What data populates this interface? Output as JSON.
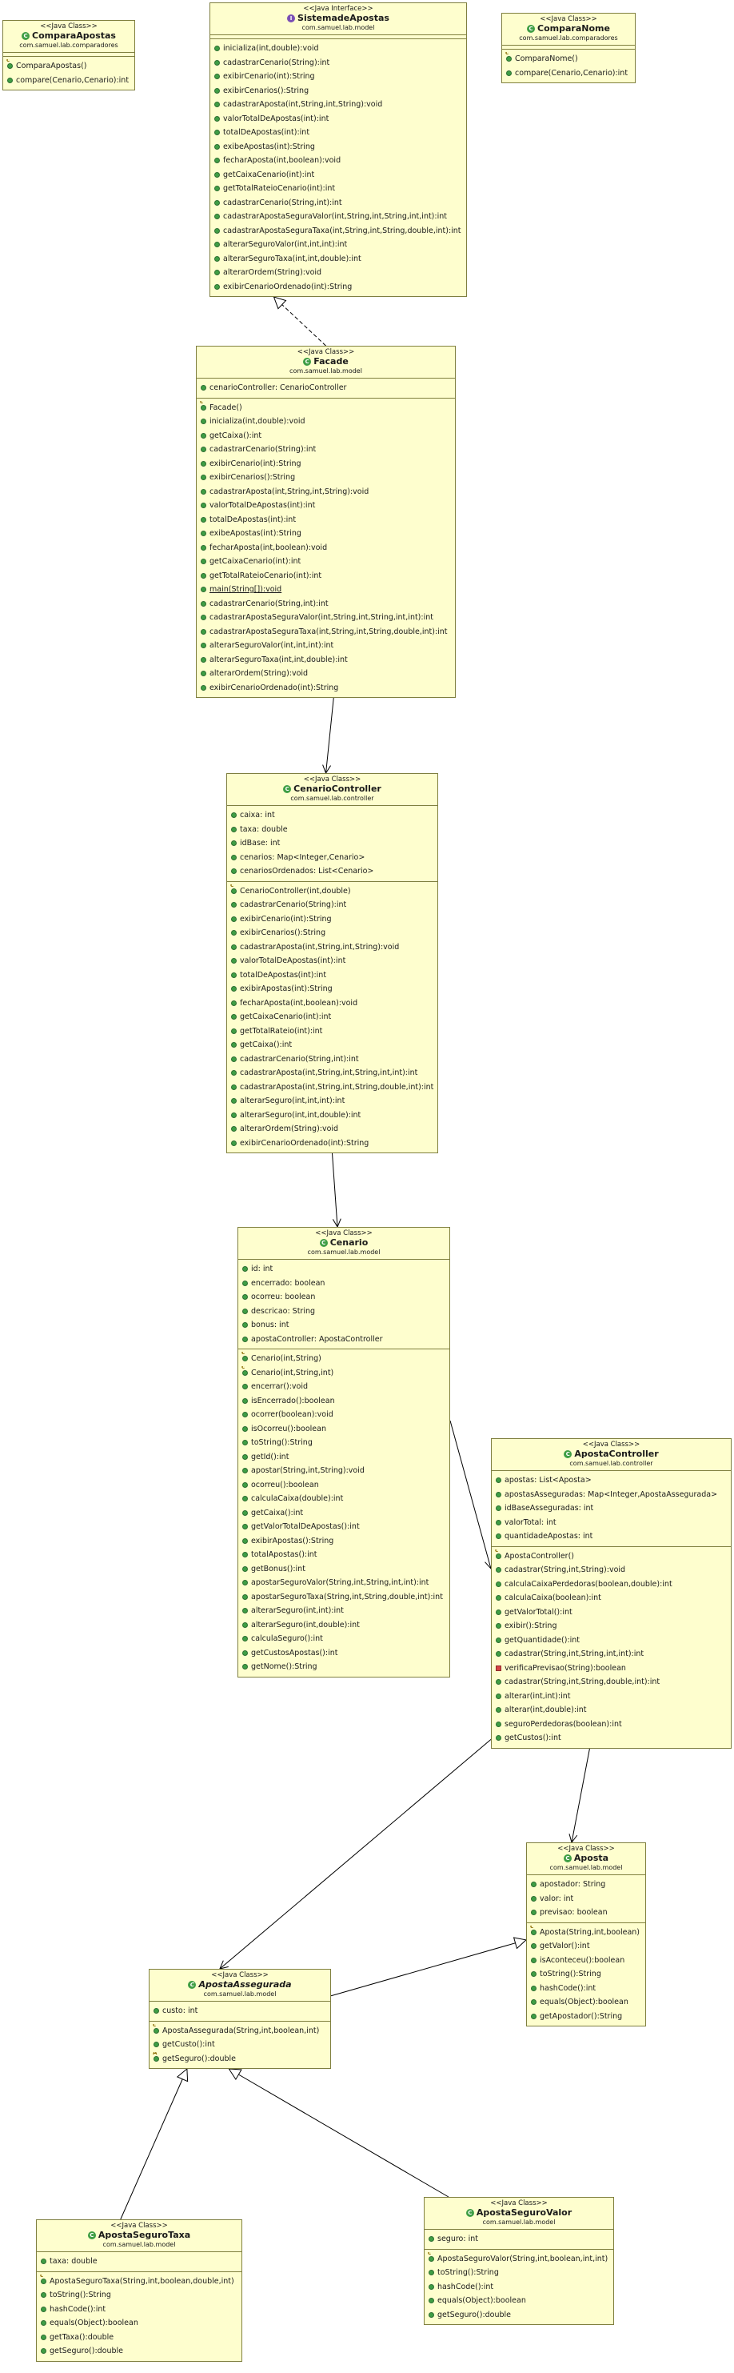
{
  "classes": [
    {
      "key": "CompareApostas",
      "stereotype": "<<Java Class>>",
      "name": "ComparaApostas",
      "package": "com.samuel.lab.comparadores",
      "kind": "class",
      "italic": false,
      "attributes": [],
      "methods": [
        {
          "icon": "ctor",
          "text": "ComparaApostas()"
        },
        {
          "icon": "pub",
          "text": "compare(Cenario,Cenario):int"
        }
      ]
    },
    {
      "key": "SistemadeApostas",
      "stereotype": "<<Java Interface>>",
      "name": "SistemadeApostas",
      "package": "com.samuel.lab.model",
      "kind": "interface",
      "italic": false,
      "attributes": [],
      "methods": [
        {
          "icon": "pub",
          "text": "inicializa(int,double):void"
        },
        {
          "icon": "pub",
          "text": "cadastrarCenario(String):int"
        },
        {
          "icon": "pub",
          "text": "exibirCenario(int):String"
        },
        {
          "icon": "pub",
          "text": "exibirCenarios():String"
        },
        {
          "icon": "pub",
          "text": "cadastrarAposta(int,String,int,String):void"
        },
        {
          "icon": "pub",
          "text": "valorTotalDeApostas(int):int"
        },
        {
          "icon": "pub",
          "text": "totalDeApostas(int):int"
        },
        {
          "icon": "pub",
          "text": "exibeApostas(int):String"
        },
        {
          "icon": "pub",
          "text": "fecharAposta(int,boolean):void"
        },
        {
          "icon": "pub",
          "text": "getCaixaCenario(int):int"
        },
        {
          "icon": "pub",
          "text": "getTotalRateioCenario(int):int"
        },
        {
          "icon": "pub",
          "text": "cadastrarCenario(String,int):int"
        },
        {
          "icon": "pub",
          "text": "cadastrarApostaSeguraValor(int,String,int,String,int,int):int"
        },
        {
          "icon": "pub",
          "text": "cadastrarApostaSeguraTaxa(int,String,int,String,double,int):int"
        },
        {
          "icon": "pub",
          "text": "alterarSeguroValor(int,int,int):int"
        },
        {
          "icon": "pub",
          "text": "alterarSeguroTaxa(int,int,double):int"
        },
        {
          "icon": "pub",
          "text": "alterarOrdem(String):void"
        },
        {
          "icon": "pub",
          "text": "exibirCenarioOrdenado(int):String"
        }
      ]
    },
    {
      "key": "ComparaNome",
      "stereotype": "<<Java Class>>",
      "name": "ComparaNome",
      "package": "com.samuel.lab.comparadores",
      "kind": "class",
      "italic": false,
      "attributes": [],
      "methods": [
        {
          "icon": "ctor",
          "text": "ComparaNome()"
        },
        {
          "icon": "pub",
          "text": "compare(Cenario,Cenario):int"
        }
      ]
    },
    {
      "key": "Facade",
      "stereotype": "<<Java Class>>",
      "name": "Facade",
      "package": "com.samuel.lab.model",
      "kind": "class",
      "italic": false,
      "attributes": [
        {
          "icon": "pub",
          "text": "cenarioController: CenarioController"
        }
      ],
      "methods": [
        {
          "icon": "ctor",
          "text": "Facade()"
        },
        {
          "icon": "pub",
          "text": "inicializa(int,double):void"
        },
        {
          "icon": "pub",
          "text": "getCaixa():int"
        },
        {
          "icon": "pub",
          "text": "cadastrarCenario(String):int"
        },
        {
          "icon": "pub",
          "text": "exibirCenario(int):String"
        },
        {
          "icon": "pub",
          "text": "exibirCenarios():String"
        },
        {
          "icon": "pub",
          "text": "cadastrarAposta(int,String,int,String):void"
        },
        {
          "icon": "pub",
          "text": "valorTotalDeApostas(int):int"
        },
        {
          "icon": "pub",
          "text": "totalDeApostas(int):int"
        },
        {
          "icon": "pub",
          "text": "exibeApostas(int):String"
        },
        {
          "icon": "pub",
          "text": "fecharAposta(int,boolean):void"
        },
        {
          "icon": "pub",
          "text": "getCaixaCenario(int):int"
        },
        {
          "icon": "pub",
          "text": "getTotalRateioCenario(int):int"
        },
        {
          "icon": "static",
          "text": "main(String[]):void"
        },
        {
          "icon": "pub",
          "text": "cadastrarCenario(String,int):int"
        },
        {
          "icon": "pub",
          "text": "cadastrarApostaSeguraValor(int,String,int,String,int,int):int"
        },
        {
          "icon": "pub",
          "text": "cadastrarApostaSeguraTaxa(int,String,int,String,double,int):int"
        },
        {
          "icon": "pub",
          "text": "alterarSeguroValor(int,int,int):int"
        },
        {
          "icon": "pub",
          "text": "alterarSeguroTaxa(int,int,double):int"
        },
        {
          "icon": "pub",
          "text": "alterarOrdem(String):void"
        },
        {
          "icon": "pub",
          "text": "exibirCenarioOrdenado(int):String"
        }
      ]
    },
    {
      "key": "CenarioController",
      "stereotype": "<<Java Class>>",
      "name": "CenarioController",
      "package": "com.samuel.lab.controller",
      "kind": "class",
      "italic": false,
      "attributes": [
        {
          "icon": "pub",
          "text": "caixa: int"
        },
        {
          "icon": "pub",
          "text": "taxa: double"
        },
        {
          "icon": "pub",
          "text": "idBase: int"
        },
        {
          "icon": "pub",
          "text": "cenarios: Map<Integer,Cenario>"
        },
        {
          "icon": "pub",
          "text": "cenariosOrdenados: List<Cenario>"
        }
      ],
      "methods": [
        {
          "icon": "ctor",
          "text": "CenarioController(int,double)"
        },
        {
          "icon": "pub",
          "text": "cadastrarCenario(String):int"
        },
        {
          "icon": "pub",
          "text": "exibirCenario(int):String"
        },
        {
          "icon": "pub",
          "text": "exibirCenarios():String"
        },
        {
          "icon": "pub",
          "text": "cadastrarAposta(int,String,int,String):void"
        },
        {
          "icon": "pub",
          "text": "valorTotalDeApostas(int):int"
        },
        {
          "icon": "pub",
          "text": "totalDeApostas(int):int"
        },
        {
          "icon": "pub",
          "text": "exibirApostas(int):String"
        },
        {
          "icon": "pub",
          "text": "fecharAposta(int,boolean):void"
        },
        {
          "icon": "pub",
          "text": "getCaixaCenario(int):int"
        },
        {
          "icon": "pub",
          "text": "getTotalRateio(int):int"
        },
        {
          "icon": "pub",
          "text": "getCaixa():int"
        },
        {
          "icon": "pub",
          "text": "cadastrarCenario(String,int):int"
        },
        {
          "icon": "pub",
          "text": "cadastrarAposta(int,String,int,String,int,int):int"
        },
        {
          "icon": "pub",
          "text": "cadastrarAposta(int,String,int,String,double,int):int"
        },
        {
          "icon": "pub",
          "text": "alterarSeguro(int,int,int):int"
        },
        {
          "icon": "pub",
          "text": "alterarSeguro(int,int,double):int"
        },
        {
          "icon": "pub",
          "text": "alterarOrdem(String):void"
        },
        {
          "icon": "pub",
          "text": "exibirCenarioOrdenado(int):String"
        }
      ]
    },
    {
      "key": "Cenario",
      "stereotype": "<<Java Class>>",
      "name": "Cenario",
      "package": "com.samuel.lab.model",
      "kind": "class",
      "italic": false,
      "attributes": [
        {
          "icon": "pub",
          "text": "id: int"
        },
        {
          "icon": "pub",
          "text": "encerrado: boolean"
        },
        {
          "icon": "pub",
          "text": "ocorreu: boolean"
        },
        {
          "icon": "pub",
          "text": "descricao: String"
        },
        {
          "icon": "pub",
          "text": "bonus: int"
        },
        {
          "icon": "pub",
          "text": "apostaController: ApostaController"
        }
      ],
      "methods": [
        {
          "icon": "ctor",
          "text": "Cenario(int,String)"
        },
        {
          "icon": "ctor",
          "text": "Cenario(int,String,int)"
        },
        {
          "icon": "pub",
          "text": "encerrar():void"
        },
        {
          "icon": "pub",
          "text": "isEncerrado():boolean"
        },
        {
          "icon": "pub",
          "text": "ocorrer(boolean):void"
        },
        {
          "icon": "pub",
          "text": "isOcorreu():boolean"
        },
        {
          "icon": "pub",
          "text": "toString():String"
        },
        {
          "icon": "pub",
          "text": "getId():int"
        },
        {
          "icon": "pub",
          "text": "apostar(String,int,String):void"
        },
        {
          "icon": "pub",
          "text": "ocorreu():boolean"
        },
        {
          "icon": "pub",
          "text": "calculaCaixa(double):int"
        },
        {
          "icon": "pub",
          "text": "getCaixa():int"
        },
        {
          "icon": "pub",
          "text": "getValorTotalDeApostas():int"
        },
        {
          "icon": "pub",
          "text": "exibirApostas():String"
        },
        {
          "icon": "pub",
          "text": "totalApostas():int"
        },
        {
          "icon": "pub",
          "text": "getBonus():int"
        },
        {
          "icon": "pub",
          "text": "apostarSeguroValor(String,int,String,int,int):int"
        },
        {
          "icon": "pub",
          "text": "apostarSeguroTaxa(String,int,String,double,int):int"
        },
        {
          "icon": "pub",
          "text": "alterarSeguro(int,int):int"
        },
        {
          "icon": "pub",
          "text": "alterarSeguro(int,double):int"
        },
        {
          "icon": "pub",
          "text": "calculaSeguro():int"
        },
        {
          "icon": "pub",
          "text": "getCustosApostas():int"
        },
        {
          "icon": "pub",
          "text": "getNome():String"
        }
      ]
    },
    {
      "key": "ApostaController",
      "stereotype": "<<Java Class>>",
      "name": "ApostaController",
      "package": "com.samuel.lab.controller",
      "kind": "class",
      "italic": false,
      "attributes": [
        {
          "icon": "pub",
          "text": "apostas: List<Aposta>"
        },
        {
          "icon": "pub",
          "text": "apostasAsseguradas: Map<Integer,ApostaAssegurada>"
        },
        {
          "icon": "pub",
          "text": "idBaseAsseguradas: int"
        },
        {
          "icon": "pub",
          "text": "valorTotal: int"
        },
        {
          "icon": "pub",
          "text": "quantidadeApostas: int"
        }
      ],
      "methods": [
        {
          "icon": "ctor",
          "text": "ApostaController()"
        },
        {
          "icon": "pub",
          "text": "cadastrar(String,int,String):void"
        },
        {
          "icon": "pub",
          "text": "calculaCaixaPerdedoras(boolean,double):int"
        },
        {
          "icon": "pub",
          "text": "calculaCaixa(boolean):int"
        },
        {
          "icon": "pub",
          "text": "getValorTotal():int"
        },
        {
          "icon": "pub",
          "text": "exibir():String"
        },
        {
          "icon": "pub",
          "text": "getQuantidade():int"
        },
        {
          "icon": "pub",
          "text": "cadastrar(String,int,String,int,int):int"
        },
        {
          "icon": "priv",
          "text": "verificaPrevisao(String):boolean"
        },
        {
          "icon": "pub",
          "text": "cadastrar(String,int,String,double,int):int"
        },
        {
          "icon": "pub",
          "text": "alterar(int,int):int"
        },
        {
          "icon": "pub",
          "text": "alterar(int,double):int"
        },
        {
          "icon": "pub",
          "text": "seguroPerdedoras(boolean):int"
        },
        {
          "icon": "pub",
          "text": "getCustos():int"
        }
      ]
    },
    {
      "key": "Aposta",
      "stereotype": "<<Java Class>>",
      "name": "Aposta",
      "package": "com.samuel.lab.model",
      "kind": "class",
      "italic": false,
      "attributes": [
        {
          "icon": "pub",
          "text": "apostador: String"
        },
        {
          "icon": "pub",
          "text": "valor: int"
        },
        {
          "icon": "pub",
          "text": "previsao: boolean"
        }
      ],
      "methods": [
        {
          "icon": "ctor",
          "text": "Aposta(String,int,boolean)"
        },
        {
          "icon": "pub",
          "text": "getValor():int"
        },
        {
          "icon": "pub",
          "text": "isAconteceu():boolean"
        },
        {
          "icon": "pub",
          "text": "toString():String"
        },
        {
          "icon": "pub",
          "text": "hashCode():int"
        },
        {
          "icon": "pub",
          "text": "equals(Object):boolean"
        },
        {
          "icon": "pub",
          "text": "getApostador():String"
        }
      ]
    },
    {
      "key": "ApostaAssegurada",
      "stereotype": "<<Java Class>>",
      "name": "ApostaAssegurada",
      "package": "com.samuel.lab.model",
      "kind": "abstract",
      "italic": true,
      "attributes": [
        {
          "icon": "pub",
          "text": "custo: int"
        }
      ],
      "methods": [
        {
          "icon": "ctor",
          "text": "ApostaAssegurada(String,int,boolean,int)"
        },
        {
          "icon": "pub",
          "text": "getCusto():int"
        },
        {
          "icon": "abs",
          "text": "getSeguro():double"
        }
      ]
    },
    {
      "key": "ApostaSeguroTaxa",
      "stereotype": "<<Java Class>>",
      "name": "ApostaSeguroTaxa",
      "package": "com.samuel.lab.model",
      "kind": "class",
      "italic": false,
      "attributes": [
        {
          "icon": "pub",
          "text": "taxa: double"
        }
      ],
      "methods": [
        {
          "icon": "ctor",
          "text": "ApostaSeguroTaxa(String,int,boolean,double,int)"
        },
        {
          "icon": "pub",
          "text": "toString():String"
        },
        {
          "icon": "pub",
          "text": "hashCode():int"
        },
        {
          "icon": "pub",
          "text": "equals(Object):boolean"
        },
        {
          "icon": "pub",
          "text": "getTaxa():double"
        },
        {
          "icon": "pub",
          "text": "getSeguro():double"
        }
      ]
    },
    {
      "key": "ApostaSeguroValor",
      "stereotype": "<<Java Class>>",
      "name": "ApostaSeguroValor",
      "package": "com.samuel.lab.model",
      "kind": "class",
      "italic": false,
      "attributes": [
        {
          "icon": "pub",
          "text": "seguro: int"
        }
      ],
      "methods": [
        {
          "icon": "ctor",
          "text": "ApostaSeguroValor(String,int,boolean,int,int)"
        },
        {
          "icon": "pub",
          "text": "toString():String"
        },
        {
          "icon": "pub",
          "text": "hashCode():int"
        },
        {
          "icon": "pub",
          "text": "equals(Object):boolean"
        },
        {
          "icon": "pub",
          "text": "getSeguro():double"
        }
      ]
    }
  ],
  "relations": [
    {
      "from": "Facade",
      "to": "SistemadeApostas",
      "type": "realization"
    },
    {
      "from": "Facade",
      "to": "CenarioController",
      "type": "association"
    },
    {
      "from": "CenarioController",
      "to": "Cenario",
      "type": "association"
    },
    {
      "from": "Cenario",
      "to": "ApostaController",
      "type": "association"
    },
    {
      "from": "ApostaController",
      "to": "Aposta",
      "type": "association"
    },
    {
      "from": "ApostaController",
      "to": "ApostaAssegurada",
      "type": "association"
    },
    {
      "from": "ApostaAssegurada",
      "to": "Aposta",
      "type": "generalization"
    },
    {
      "from": "ApostaSeguroTaxa",
      "to": "ApostaAssegurada",
      "type": "generalization"
    },
    {
      "from": "ApostaSeguroValor",
      "to": "ApostaAssegurada",
      "type": "generalization"
    }
  ]
}
